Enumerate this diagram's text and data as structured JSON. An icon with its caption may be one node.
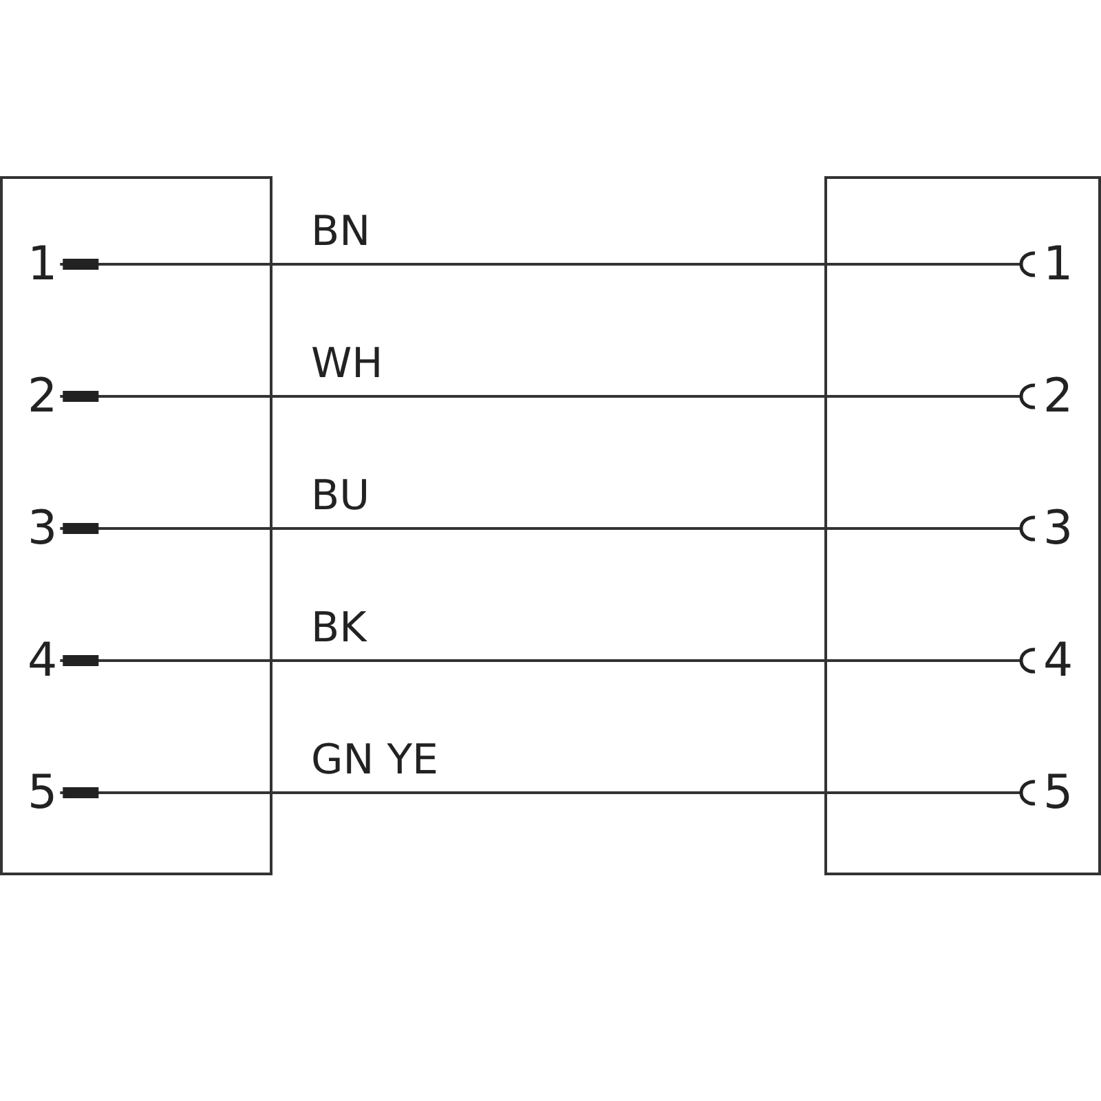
{
  "diagram": {
    "nodes": [
      {
        "text": [],
        "shape": "box"
      },
      {
        "text": [
          "1"
        ],
        "in": 0
      },
      {
        "text": [
          "2"
        ],
        "in": 0
      },
      {
        "text": [
          "3"
        ],
        "in": 0
      },
      {
        "text": [
          "4"
        ],
        "in": 0
      },
      {
        "text": [
          "5"
        ],
        "in": 0
      },
      {
        "text": [],
        "shape": "box"
      },
      {
        "text": [
          "1"
        ],
        "in": 6
      },
      {
        "text": [
          "2"
        ],
        "in": 6
      },
      {
        "text": [
          "3"
        ],
        "in": 6
      },
      {
        "text": [
          "4"
        ],
        "in": 6
      },
      {
        "text": [
          "5"
        ],
        "in": 6
      }
    ],
    "edges": [
      {
        "from": 1,
        "to": 7,
        "arrow": "other",
        "label": "BN"
      },
      {
        "from": 2,
        "to": 8,
        "arrow": "other",
        "label": "WH"
      },
      {
        "from": 3,
        "to": 9,
        "arrow": "other",
        "label": "BU"
      },
      {
        "from": 4,
        "to": 10,
        "arrow": "other",
        "label": "BK"
      },
      {
        "from": 5,
        "to": 11,
        "arrow": "other",
        "label": "GN YE"
      }
    ]
  }
}
